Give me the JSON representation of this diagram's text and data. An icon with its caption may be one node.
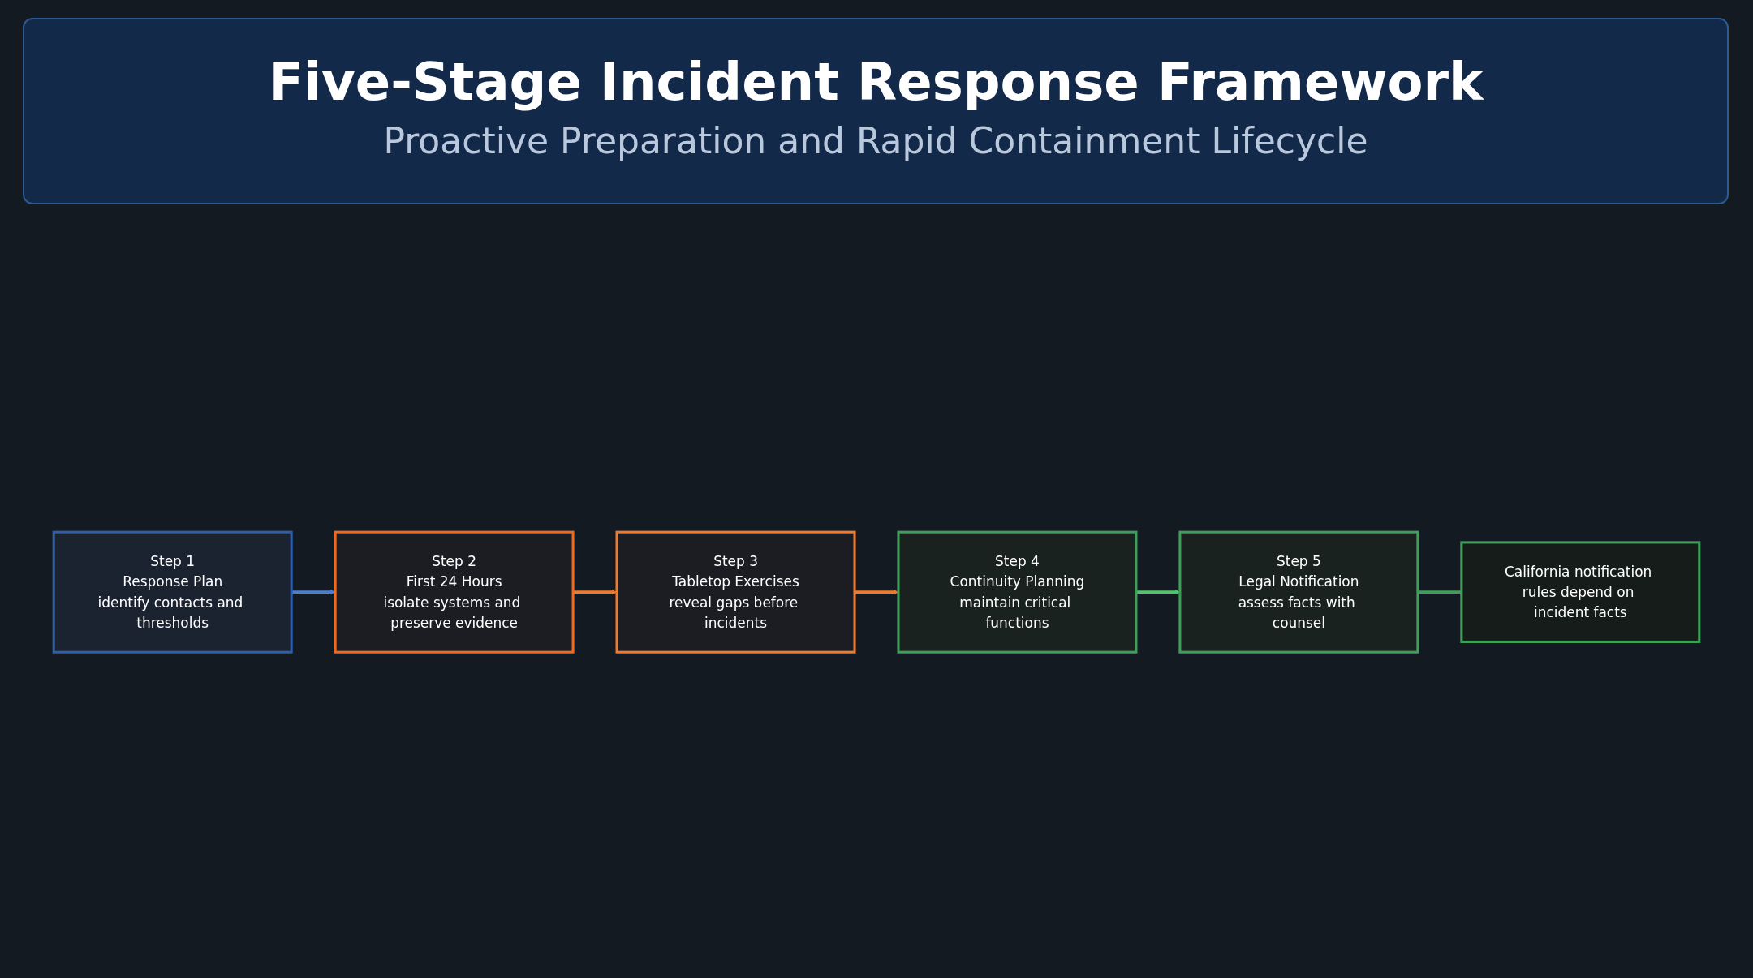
{
  "diagram": {
    "title": "Five-Stage Incident Response Framework",
    "nodes": [
      {
        "text": [
          "Step 1",
          "Response Plan",
          "identify contacts and thresholds"
        ]
      },
      {
        "text": [
          "Step 2",
          "First 24 Hours",
          "isolate systems and preserve evidence"
        ]
      },
      {
        "text": [
          "Step 3",
          "Tabletop Exercises",
          "reveal gaps before incidents"
        ]
      },
      {
        "text": [
          "Step 4",
          "Continuity Planning",
          "maintain critical functions"
        ]
      },
      {
        "text": [
          "Step 5",
          "Legal Notification",
          "assess facts with counsel"
        ]
      },
      {
        "text": [
          "California notification rules depend on incident facts"
        ]
      }
    ],
    "edges": [
      {
        "from": 0,
        "to": 1,
        "arrow": "to",
        "color": "#4a7fd0"
      },
      {
        "from": 1,
        "to": 2,
        "arrow": "to",
        "color": "#f07a2a"
      },
      {
        "from": 2,
        "to": 3,
        "arrow": "to",
        "color": "#f07a2a"
      },
      {
        "from": 3,
        "to": 4,
        "arrow": "to",
        "color": "#4fc46a"
      },
      {
        "from": 4,
        "to": 5,
        "arrow": "none",
        "color": "#3f9e58"
      }
    ],
    "labels": [
      "Proactive Preparation and Rapid Containment Lifecycle"
    ]
  }
}
